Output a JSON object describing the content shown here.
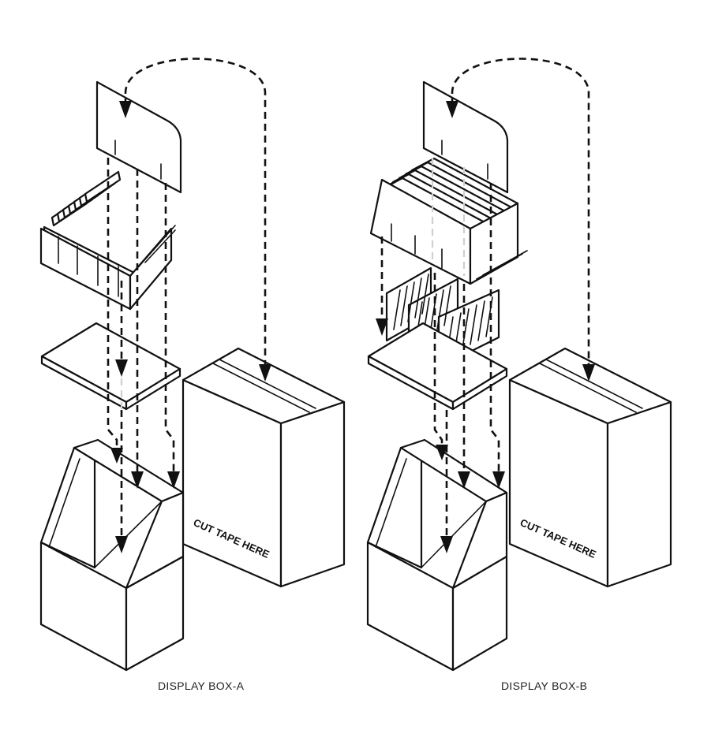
{
  "diagram": {
    "box_a": {
      "caption": "DISPLAY BOX-A",
      "lid_text": "CUT TAPE HERE"
    },
    "box_b": {
      "caption": "DISPLAY BOX-B",
      "lid_text": "CUT TAPE HERE"
    }
  }
}
